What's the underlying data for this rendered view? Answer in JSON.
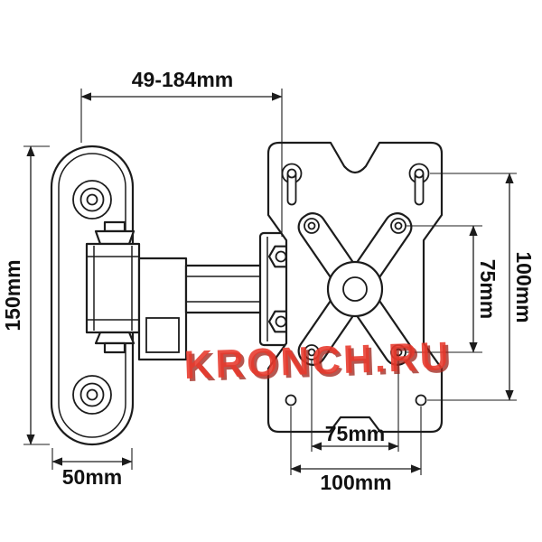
{
  "drawing": {
    "subject": "Articulating TV wall-mount bracket - dimensioned technical drawing",
    "background": "#ffffff",
    "line_color": "#1c1c1c",
    "watermark": {
      "text": "KRONCH.RU",
      "color": "#e8392c"
    },
    "dimensions": {
      "arm_extension": "49-184mm",
      "wall_plate_height": "150mm",
      "wall_plate_width": "50mm",
      "vesa_inner_vertical": "75mm",
      "vesa_outer_vertical": "100mm",
      "vesa_inner_horizontal": "75mm",
      "vesa_outer_horizontal": "100mm"
    }
  }
}
